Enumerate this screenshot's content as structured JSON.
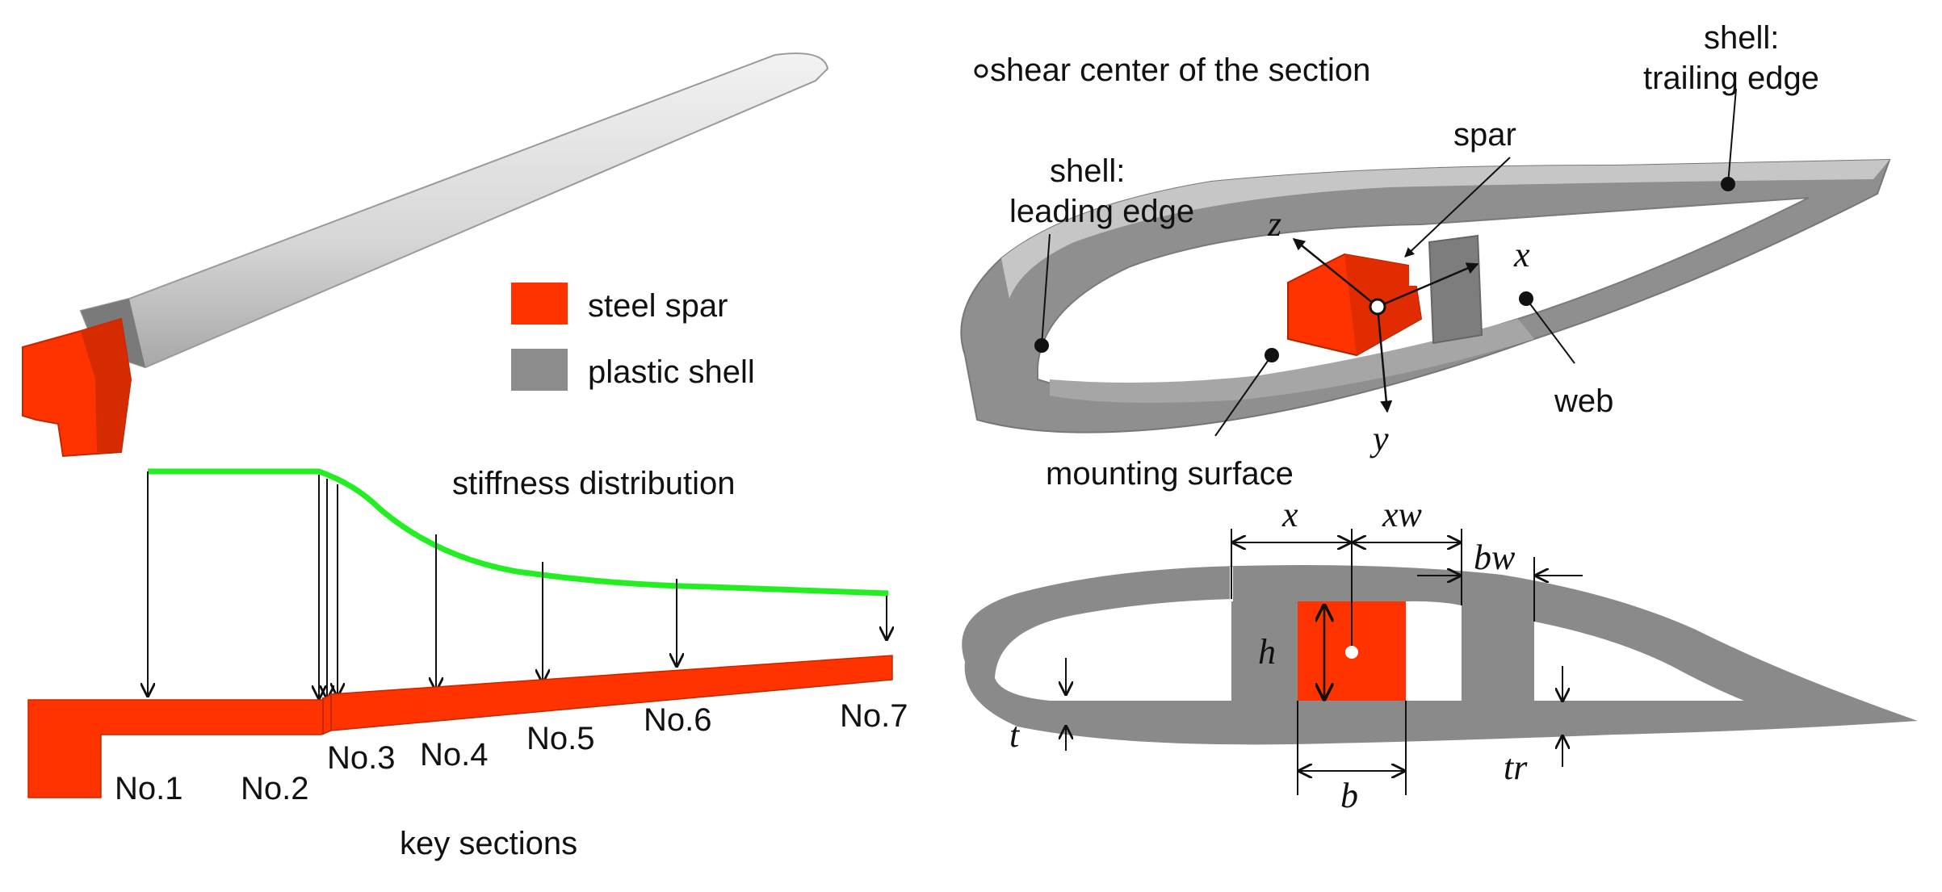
{
  "colors": {
    "spar": "#ff3300",
    "shell": "#8c8c8c",
    "shell_light": "#d4d4d4",
    "stiffness_curve": "#22ee22",
    "ink": "#111111"
  },
  "legend": {
    "items": [
      {
        "label": "steel spar",
        "color": "#ff3300"
      },
      {
        "label": "plastic shell",
        "color": "#8c8c8c"
      }
    ]
  },
  "left": {
    "stiffness_label": "stiffness distribution",
    "key_sections_label": "key sections",
    "sections": [
      "No.1",
      "No.2",
      "No.3",
      "No.4",
      "No.5",
      "No.6",
      "No.7"
    ]
  },
  "section3d": {
    "shear_center_label": "shear center of the section",
    "trailing_edge_label": [
      "shell:",
      "trailing edge"
    ],
    "leading_edge_label": [
      "shell:",
      "leading edge"
    ],
    "spar_label": "spar",
    "web_label": "web",
    "mounting_label": "mounting surface",
    "axes": {
      "x": "x",
      "y": "y",
      "z": "z"
    }
  },
  "section2d": {
    "dims": {
      "x": "x",
      "xw": "xw",
      "bw": "bw",
      "h": "h",
      "b": "b",
      "t": "t",
      "tr": "tr"
    }
  }
}
